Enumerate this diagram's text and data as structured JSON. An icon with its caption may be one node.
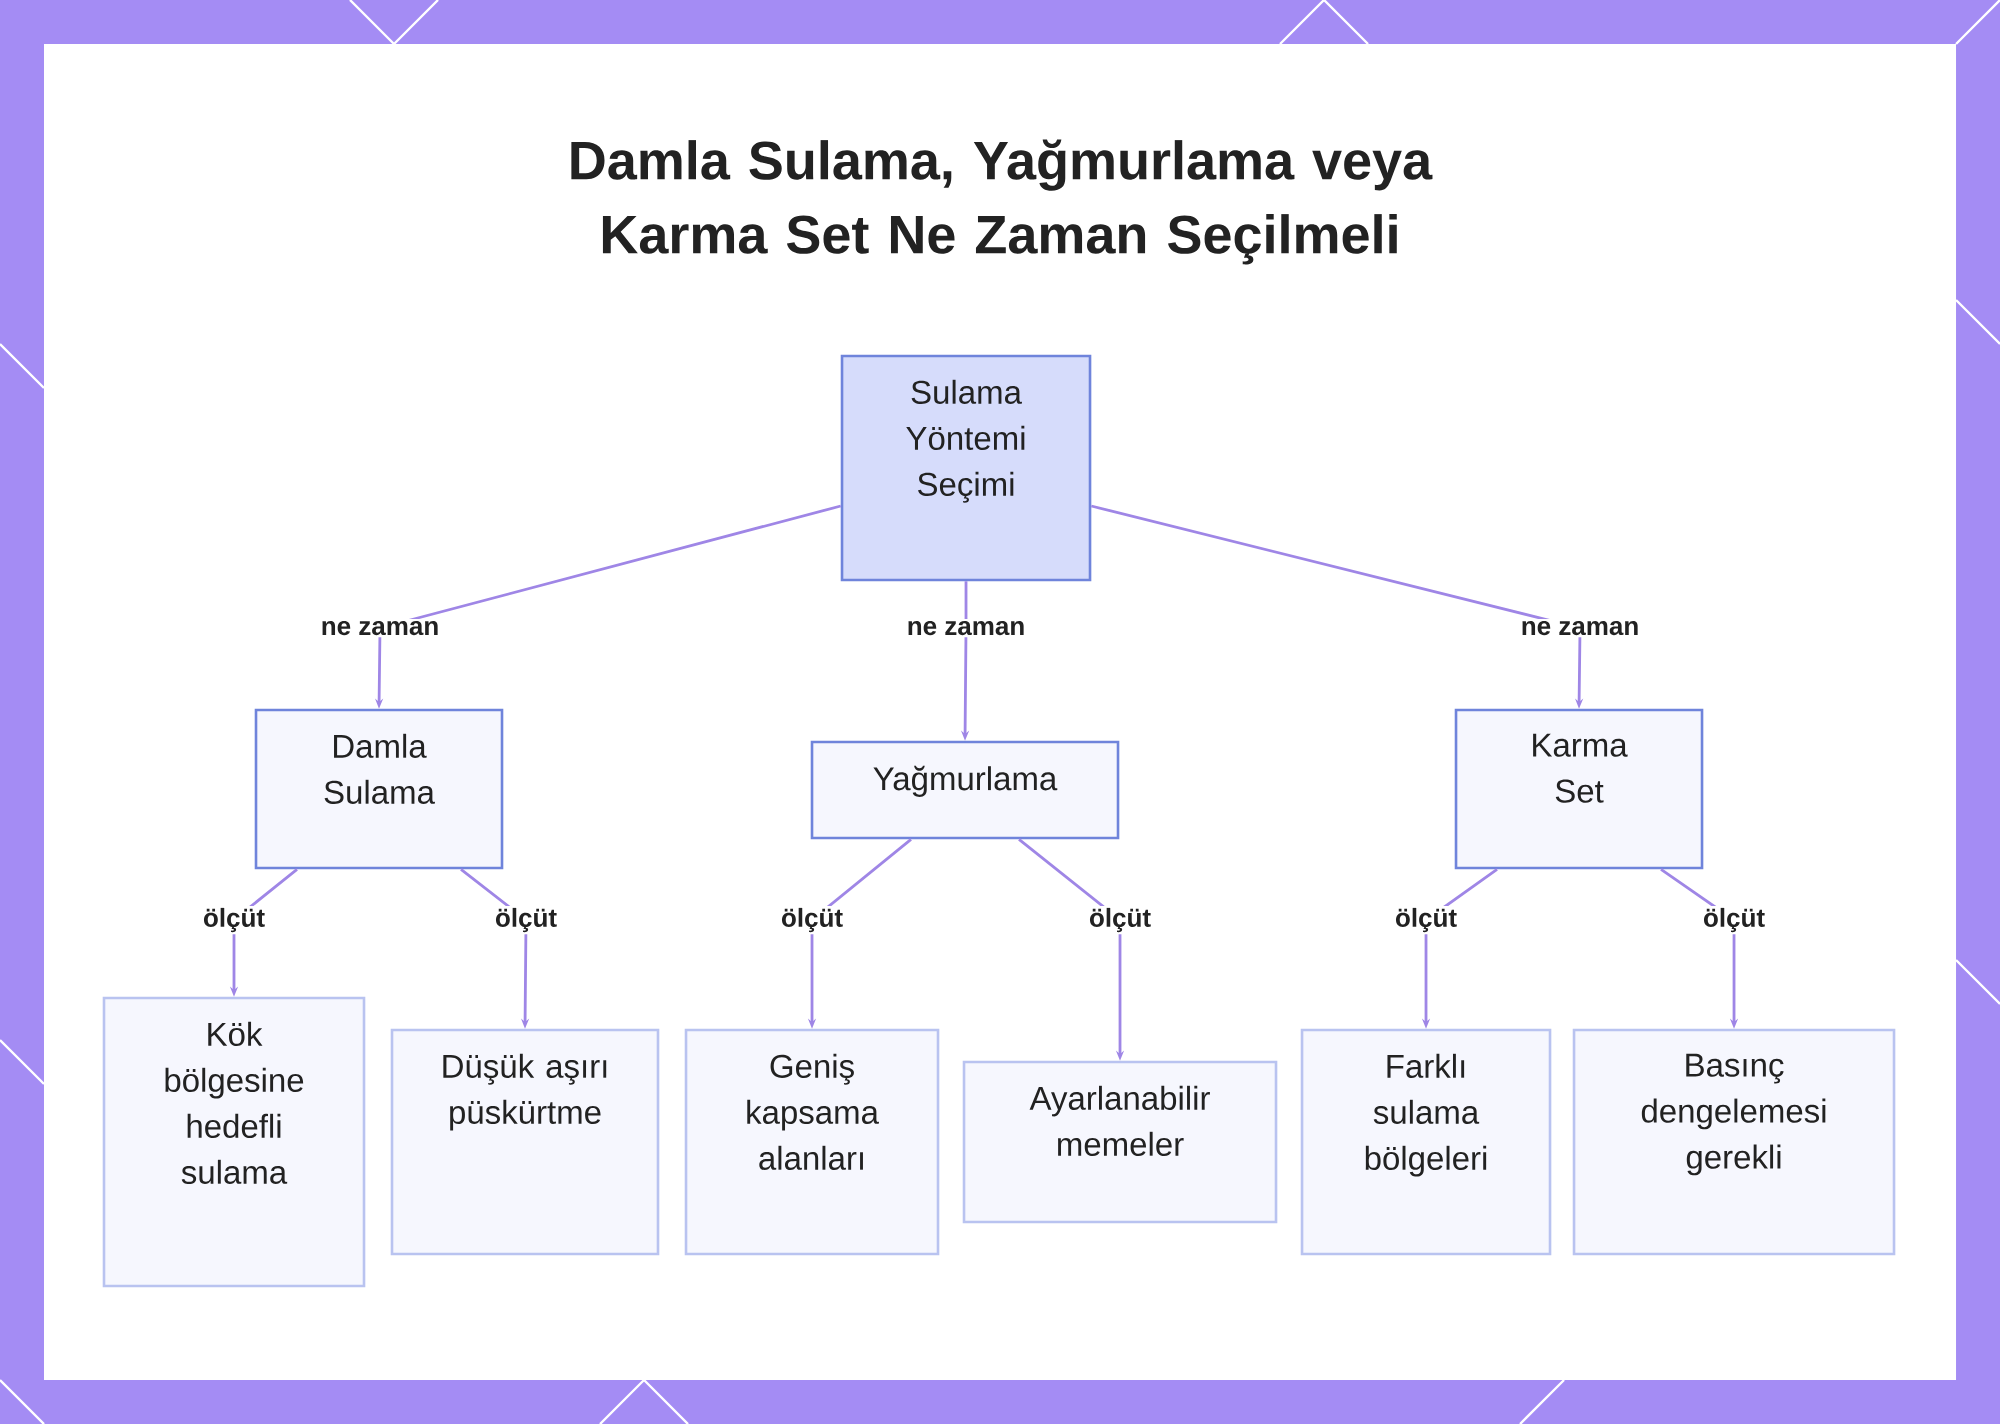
{
  "diagram": {
    "title": "Damla Sulama, Yağmurlama veya Karma Set Ne Zaman Seçilmeli",
    "nodes": [
      {
        "text": [
          "Sulama Yöntemi Seçimi"
        ]
      },
      {
        "text": [
          "Damla Sulama"
        ]
      },
      {
        "text": [
          "Yağmurlama"
        ]
      },
      {
        "text": [
          "Karma Set"
        ]
      },
      {
        "text": [
          "Kök bölgesine hedefli sulama"
        ]
      },
      {
        "text": [
          "Düşük aşırı püskürtme"
        ]
      },
      {
        "text": [
          "Geniş kapsama alanları"
        ]
      },
      {
        "text": [
          "Ayarlanabilir memeler"
        ]
      },
      {
        "text": [
          "Farklı sulama bölgeleri"
        ]
      },
      {
        "text": [
          "Basınç dengelemesi gerekli"
        ]
      }
    ],
    "edges": [
      {
        "from": 0,
        "to": 1,
        "arrow": "to",
        "label": "ne zaman"
      },
      {
        "from": 0,
        "to": 2,
        "arrow": "to",
        "label": "ne zaman"
      },
      {
        "from": 0,
        "to": 3,
        "arrow": "to",
        "label": "ne zaman"
      },
      {
        "from": 1,
        "to": 4,
        "arrow": "to",
        "label": "ölçüt"
      },
      {
        "from": 1,
        "to": 5,
        "arrow": "to",
        "label": "ölçüt"
      },
      {
        "from": 2,
        "to": 6,
        "arrow": "to",
        "label": "ölçüt"
      },
      {
        "from": 2,
        "to": 7,
        "arrow": "to",
        "label": "ölçüt"
      },
      {
        "from": 3,
        "to": 8,
        "arrow": "to",
        "label": "ölçüt"
      },
      {
        "from": 3,
        "to": 9,
        "arrow": "to",
        "label": "ölçüt"
      }
    ]
  }
}
